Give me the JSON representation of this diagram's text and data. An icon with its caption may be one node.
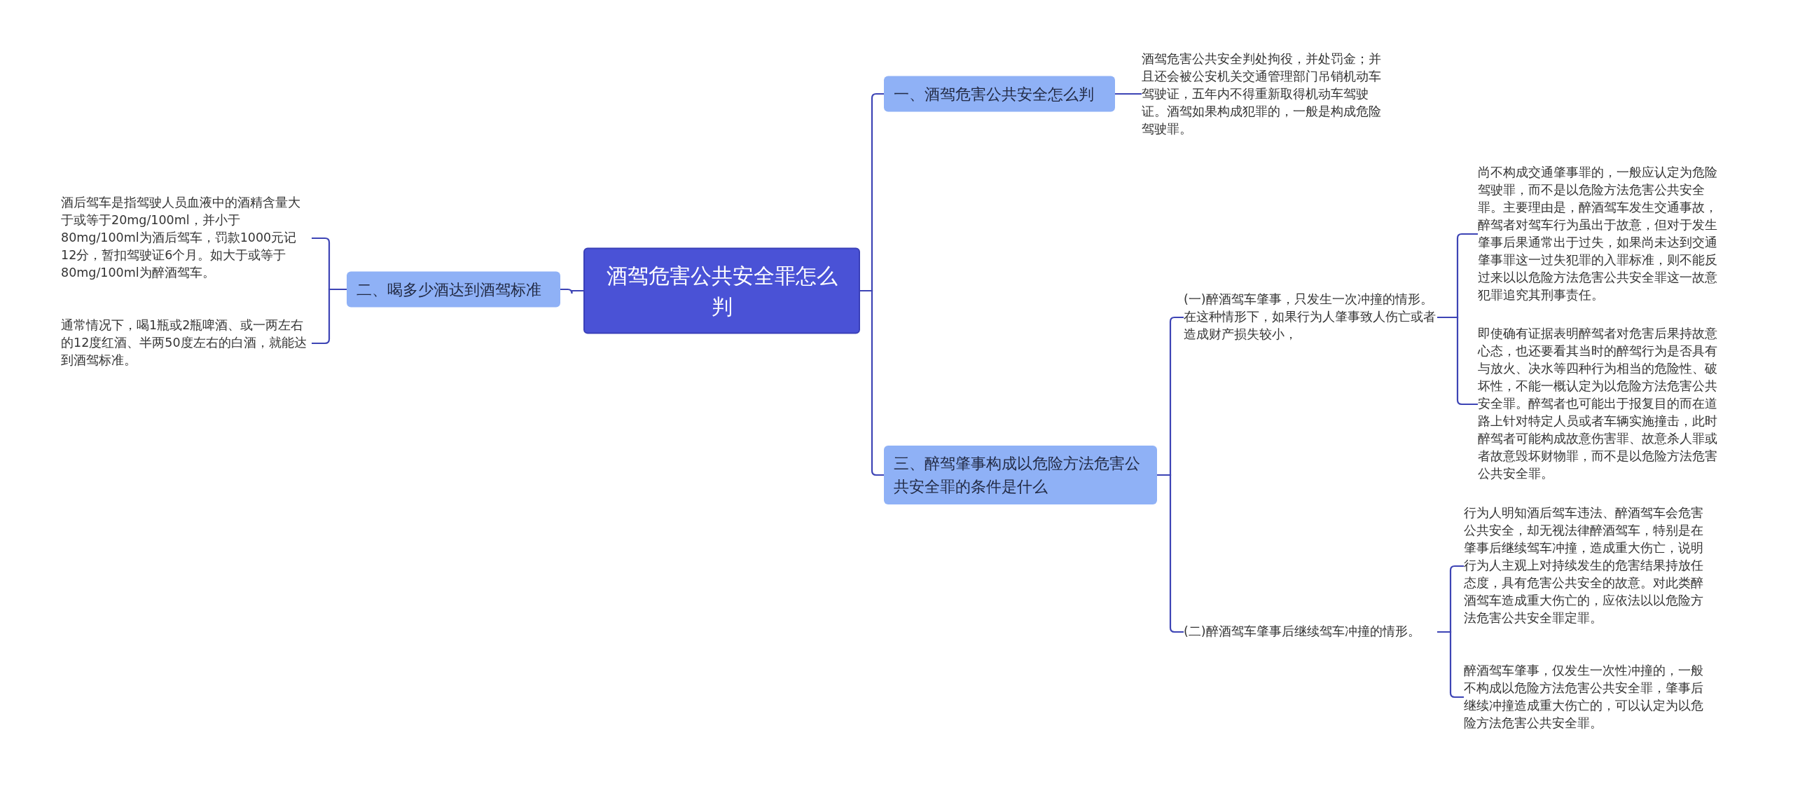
{
  "diagram": {
    "nodes": [
      {
        "text": [
          "酒驾危害公共安全罪怎么判"
        ]
      },
      {
        "text": [
          "一、酒驾危害公共安全怎么判"
        ]
      },
      {
        "text": [
          "酒驾危害公共安全判处拘役，并处罚金；并且还会被公安机关交通管理部门吊销机动车驾驶证，五年内不得重新取得机动车驾驶证。酒驾如果构成犯罪的，一般是构成危险驾驶罪。"
        ]
      },
      {
        "text": [
          "二、喝多少酒达到酒驾标准"
        ]
      },
      {
        "text": [
          "酒后驾车是指驾驶人员血液中的酒精含量大于或等于20mg/100ml，并小于80mg/100ml为酒后驾车，罚款1000元记12分，暂扣驾驶证6个月。如大于或等于80mg/100ml为醉酒驾车。"
        ]
      },
      {
        "text": [
          "通常情况下，喝1瓶或2瓶啤酒、或一两左右的12度红酒、半两50度左右的白酒，就能达到酒驾标准。"
        ]
      },
      {
        "text": [
          "三、醉驾肇事构成以危险方法危害公共安全罪的条件是什么"
        ]
      },
      {
        "text": [
          "(一)醉酒驾车肇事，只发生一次冲撞的情形。在这种情形下，如果行为人肇事致人伤亡或者造成财产损失较小，"
        ]
      },
      {
        "text": [
          "尚不构成交通肇事罪的，一般应认定为危险驾驶罪，而不是以危险方法危害公共安全罪。主要理由是，醉酒驾车发生交通事故，醉驾者对驾车行为虽出于故意，但对于发生肇事后果通常出于过失，如果尚未达到交通肇事罪这一过失犯罪的入罪标准，则不能反过来以以危险方法危害公共安全罪这一故意犯罪追究其刑事责任。"
        ]
      },
      {
        "text": [
          "即使确有证据表明醉驾者对危害后果持故意心态，也还要看其当时的醉驾行为是否具有与放火、决水等四种行为相当的危险性、破坏性，不能一概认定为以危险方法危害公共安全罪。醉驾者也可能出于报复目的而在道路上针对特定人员或者车辆实施撞击，此时醉驾者可能构成故意伤害罪、故意杀人罪或者故意毁坏财物罪，而不是以危险方法危害公共安全罪。"
        ]
      },
      {
        "text": [
          "(二)醉酒驾车肇事后继续驾车冲撞的情形。"
        ]
      },
      {
        "text": [
          "行为人明知酒后驾车违法、醉酒驾车会危害公共安全，却无视法律醉酒驾车，特别是在肇事后继续驾车冲撞，造成重大伤亡，说明行为人主观上对持续发生的危害结果持放任态度，具有危害公共安全的故意。对此类醉酒驾车造成重大伤亡的，应依法以以危险方法危害公共安全罪定罪。"
        ]
      },
      {
        "text": [
          "醉酒驾车肇事，仅发生一次性冲撞的，一般不构成以危险方法危害公共安全罪，肇事后继续冲撞造成重大伤亡的，可以认定为以危险方法危害公共安全罪。"
        ]
      }
    ],
    "edges": [
      {
        "from": 0,
        "to": 1,
        "arrow": "none"
      },
      {
        "from": 1,
        "to": 2,
        "arrow": "none"
      },
      {
        "from": 0,
        "to": 3,
        "arrow": "none"
      },
      {
        "from": 3,
        "to": 4,
        "arrow": "none"
      },
      {
        "from": 3,
        "to": 5,
        "arrow": "none"
      },
      {
        "from": 0,
        "to": 6,
        "arrow": "none"
      },
      {
        "from": 6,
        "to": 7,
        "arrow": "none"
      },
      {
        "from": 7,
        "to": 8,
        "arrow": "none"
      },
      {
        "from": 7,
        "to": 9,
        "arrow": "none"
      },
      {
        "from": 6,
        "to": 10,
        "arrow": "none"
      },
      {
        "from": 10,
        "to": 11,
        "arrow": "none"
      },
      {
        "from": 10,
        "to": 12,
        "arrow": "none"
      }
    ]
  }
}
